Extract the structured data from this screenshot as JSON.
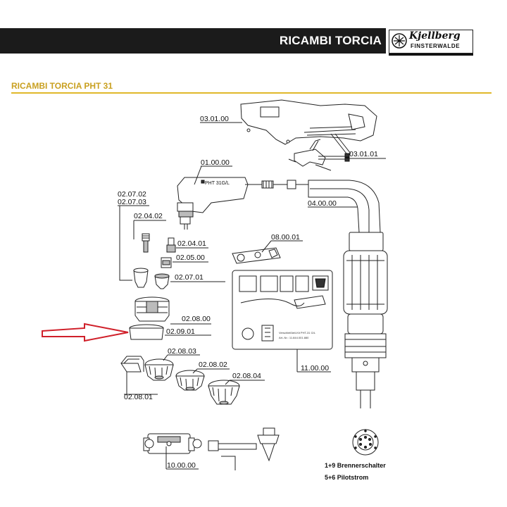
{
  "header": {
    "title": "RICAMBI TORCIA",
    "logo_name": "Kjellberg",
    "logo_sub": "FINSTERWALDE"
  },
  "section_title": "RICAMBI TORCIA PHT 31",
  "part_numbers": {
    "handle": "03.01.00",
    "trigger": "03.01.01",
    "torch_head": "01.00.00",
    "hose": "04.00.00",
    "shield_a": "02.07.02",
    "shield_b": "02.07.03",
    "electrode_1": "02.04.02",
    "electrode_2": "02.04.01",
    "swirl": "02.05.00",
    "nozzle": "02.07.01",
    "wrench": "08.00.01",
    "cap": "02.08.00",
    "retaining_cap": "02.09.01",
    "cap_3": "02.08.03",
    "cap_2": "02.08.02",
    "cap_4": "02.08.04",
    "spacer": "02.08.01",
    "wear_kit": "11.00.00",
    "circle_guide": "10.00.00"
  },
  "head_marking": "PHT 31G/L",
  "kit_card": {
    "title": "Verschleißteil-Kit PHT-31 G/L",
    "art": "Art.-Nr.: 11.844.001.880"
  },
  "connector_notes": {
    "line1": "1+9 Brennerschalter",
    "line2": "5+6 Pilotstrom"
  },
  "colors": {
    "header_bg": "#1b1b1b",
    "accent_gold": "#e0b82a",
    "arrow_red": "#d0202a"
  }
}
